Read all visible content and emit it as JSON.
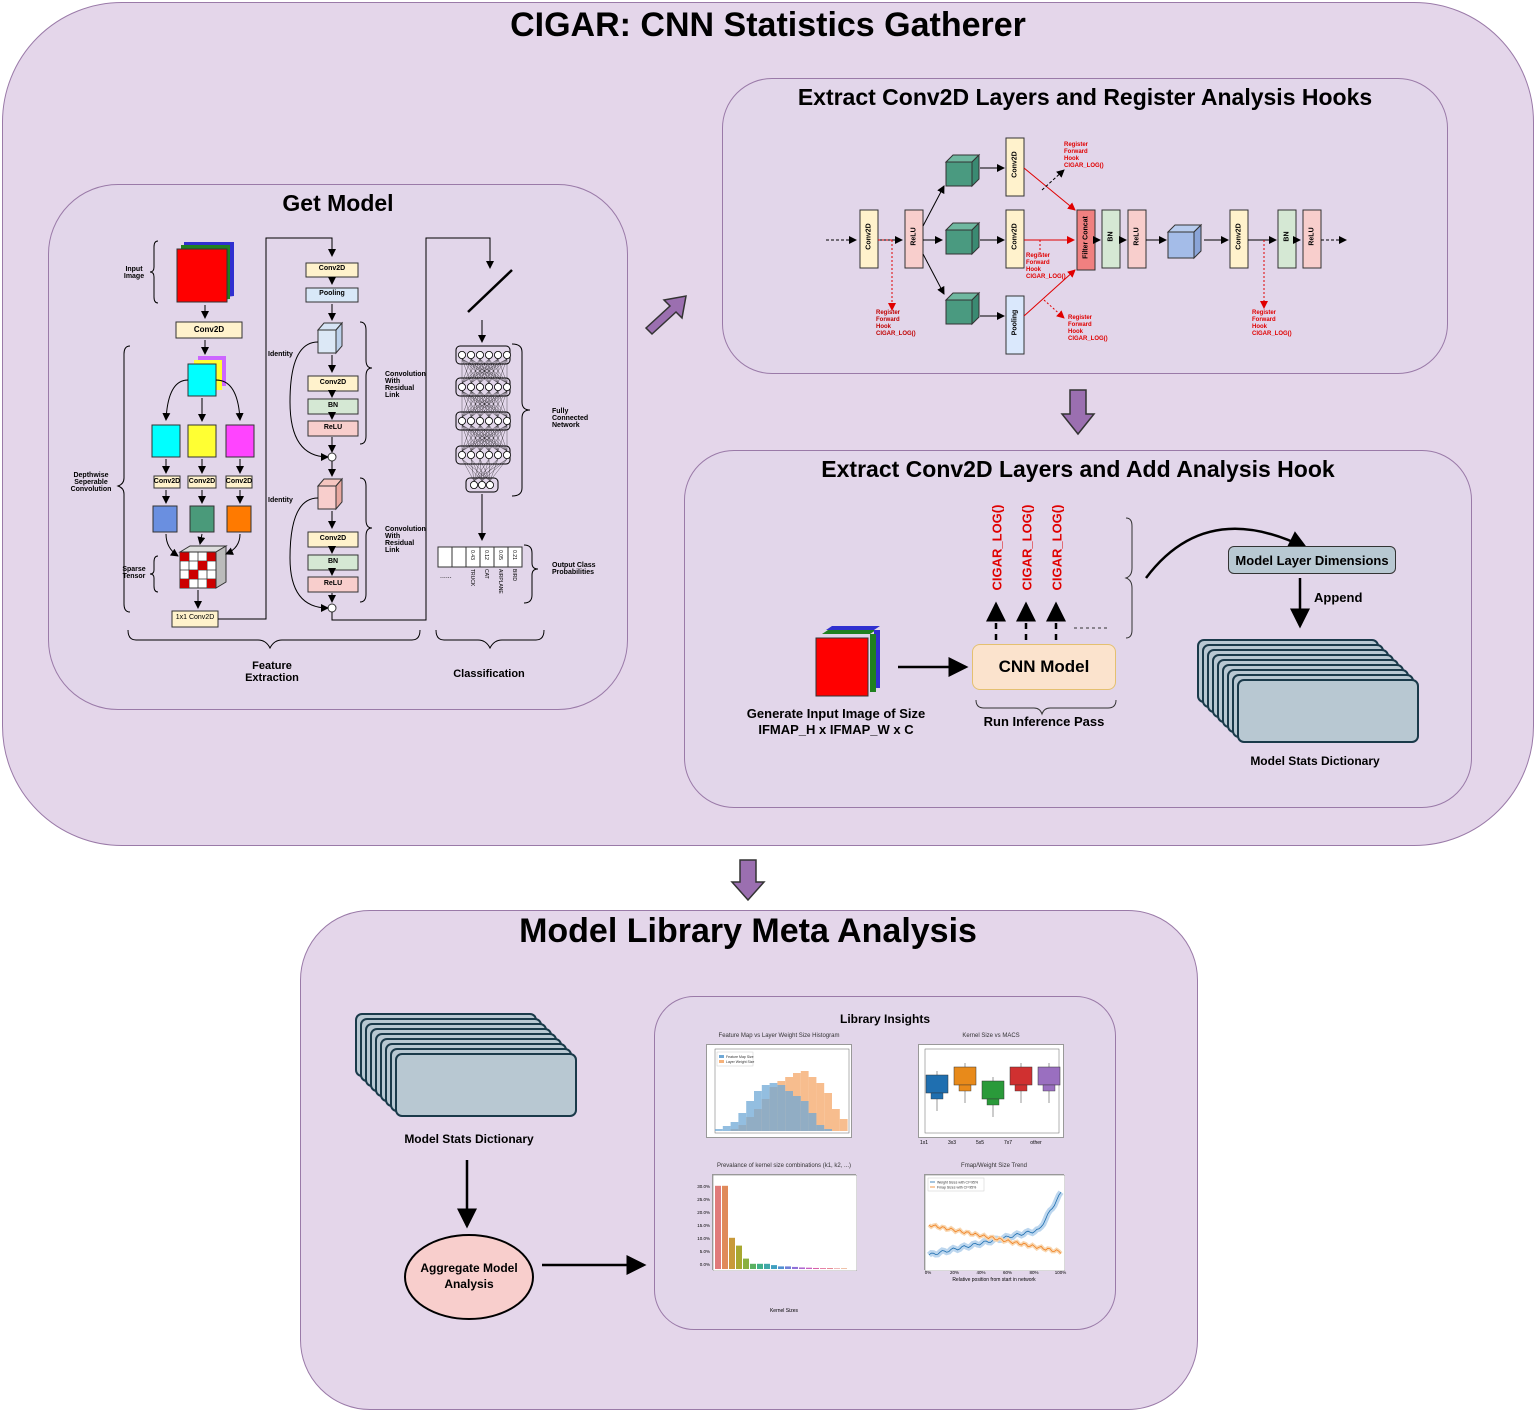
{
  "title": "CIGAR: CNN Statistics Gatherer",
  "get_model": {
    "title": "Get Model",
    "input_image": "Input Image",
    "conv2d": "Conv2D",
    "depthwise": "Depthwise Seperable Convolution",
    "sparse_tensor": "Sparse Tensor",
    "conv1x1": "1x1 Conv2D",
    "pooling": "Pooling",
    "identity": "Identity",
    "bn": "BN",
    "relu": "ReLU",
    "conv_residual": "Convolution With Residual Link",
    "fully_connected": "Fully Connected Network",
    "output_probs": "Output Class Probabilities",
    "class_values": [
      "0.43",
      "0.12",
      "0.05",
      "0.21"
    ],
    "class_names": [
      "TRUCK",
      "CAT",
      "AIRPLANE",
      "BIRD"
    ],
    "dots": "......",
    "feature_extraction": "Feature Extraction",
    "classification": "Classification"
  },
  "hooks": {
    "title": "Extract Conv2D Layers and Register Analysis Hooks",
    "conv2d": "Conv2D",
    "relu": "ReLU",
    "bn": "BN",
    "pooling": "Pooling",
    "filter_concat": "Filter Concat",
    "register_hook": "Register Forward Hook CIGAR_LOG()"
  },
  "add_hook": {
    "title": "Extract Conv2D Layers and Add Analysis Hook",
    "cigar_log": "CIGAR_LOG()",
    "model_layer_dims": "Model Layer Dimensions",
    "append": "Append",
    "cnn_model": "CNN Model",
    "generate_input": "Generate Input Image of Size",
    "input_size": "IFMAP_H x IFMAP_W x C",
    "run_inference": "Run Inference Pass",
    "stats_dict": "Model Stats Dictionary"
  },
  "meta": {
    "title": "Model Library Meta Analysis",
    "stats_dict": "Model Stats Dictionary",
    "aggregate": "Aggregate Model Analysis",
    "library_insights": "Library Insights",
    "chart1_title": "Feature Map vs Layer Weight Size Histogram",
    "chart1_legend": [
      "Feature Map Size",
      "Layer Weight Size"
    ],
    "chart2_title": "Kernel Size vs MACS",
    "chart2_cats": [
      "1x1",
      "3x3",
      "5x5",
      "7x7",
      "other"
    ],
    "chart3_title": "Prevalance of kernel size combinations (k1, k2, ...)",
    "chart3_xlabel": "Kernel Sizes",
    "chart3_yticks": [
      "30.0%",
      "25.0%",
      "20.0%",
      "15.0%",
      "10.0%",
      "5.0%",
      "0.0%"
    ],
    "chart4_title": "Fmap/Weight Size Trend",
    "chart4_legend": [
      "Weight Sizes with CI=95%",
      "Fmap Sizes with CI=95%"
    ],
    "chart4_xlabel": "Relative position from start in network",
    "chart4_xticks": [
      "0%",
      "20%",
      "40%",
      "60%",
      "80%",
      "100%"
    ]
  },
  "colors": {
    "panel": "#e4d6ea",
    "arrow_purple": "#9b6fb0",
    "hook_red": "#e00000"
  }
}
